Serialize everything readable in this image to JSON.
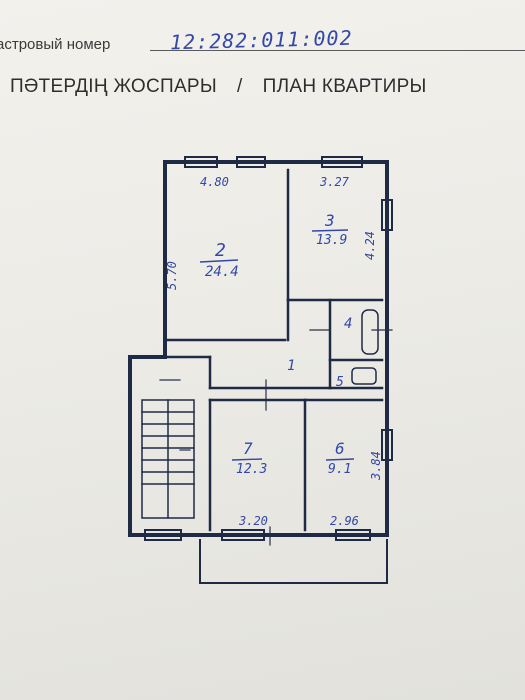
{
  "header": {
    "cadastral_label": "астровый номер",
    "cadastral_number": "12:282:011:002",
    "title_kazakh": "ПӘТЕРДІҢ ЖОСПАРЫ",
    "title_separator": "/",
    "title_russian": "ПЛАН КВАРТИРЫ"
  },
  "plan": {
    "rooms": [
      {
        "number": "2",
        "area": "24.4",
        "width": "4.80",
        "length": "5.70"
      },
      {
        "number": "3",
        "area": "13.9",
        "width": "3.27",
        "length": "4.24"
      },
      {
        "number": "4"
      },
      {
        "number": "5"
      },
      {
        "number": "1"
      },
      {
        "number": "7",
        "area": "12.3",
        "width": "3.20"
      },
      {
        "number": "6",
        "area": "9.1",
        "width": "2.96",
        "length": "3.84"
      }
    ]
  },
  "colors": {
    "wall": "#1f2a44",
    "ink": "#3348a8",
    "paper": "#eeede8"
  }
}
